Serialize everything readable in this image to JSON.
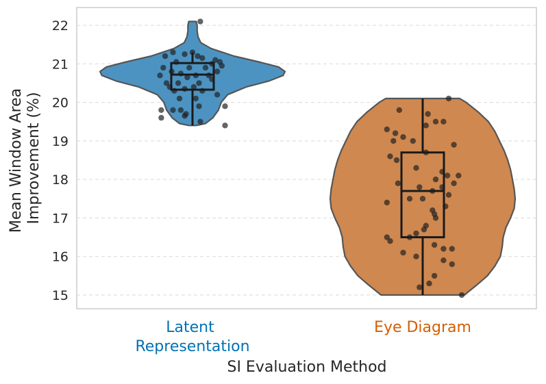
{
  "chart_data": {
    "type": "violin",
    "title": "",
    "xlabel": "SI Evaluation Method",
    "ylabel_lines": [
      "Mean Window Area",
      "Improvement (%)"
    ],
    "ylim": [
      14.6,
      22.5
    ],
    "yticks": [
      15,
      16,
      17,
      18,
      19,
      20,
      21,
      22
    ],
    "grid": "horizontal-dashed",
    "categories": [
      {
        "label_lines": [
          "Latent",
          "Representation"
        ],
        "color": "#1f77b4",
        "label_color": "#0072b2"
      },
      {
        "label_lines": [
          "Eye Diagram"
        ],
        "color": "#c8691c",
        "label_color": "#d55e00"
      }
    ],
    "series": [
      {
        "fill": "#4c93c2",
        "box": {
          "q1": 20.33,
          "median": 20.72,
          "q3": 21.02,
          "whisker_low": 19.4,
          "whisker_high": 21.3
        },
        "density": [
          [
            19.4,
            0.04
          ],
          [
            19.45,
            0.14
          ],
          [
            19.6,
            0.22
          ],
          [
            19.8,
            0.28
          ],
          [
            20.0,
            0.31
          ],
          [
            20.2,
            0.38
          ],
          [
            20.4,
            0.58
          ],
          [
            20.55,
            0.82
          ],
          [
            20.7,
            0.98
          ],
          [
            20.8,
            1.0
          ],
          [
            20.92,
            0.93
          ],
          [
            21.05,
            0.72
          ],
          [
            21.2,
            0.45
          ],
          [
            21.4,
            0.2
          ],
          [
            21.55,
            0.09
          ],
          [
            21.7,
            0.06
          ],
          [
            21.85,
            0.05
          ],
          [
            22.0,
            0.05
          ],
          [
            22.1,
            0.04
          ]
        ],
        "points": [
          [
            0.12,
            22.1
          ],
          [
            -0.3,
            21.3
          ],
          [
            0.0,
            21.3
          ],
          [
            -0.12,
            21.25
          ],
          [
            0.08,
            21.2
          ],
          [
            -0.42,
            21.2
          ],
          [
            0.15,
            21.15
          ],
          [
            0.35,
            21.1
          ],
          [
            -0.25,
            21.05
          ],
          [
            0.42,
            21.05
          ],
          [
            0.3,
            21.0
          ],
          [
            0.45,
            20.95
          ],
          [
            -0.45,
            20.9
          ],
          [
            -0.05,
            20.9
          ],
          [
            0.2,
            20.9
          ],
          [
            -0.32,
            20.8
          ],
          [
            0.38,
            20.8
          ],
          [
            -0.18,
            20.75
          ],
          [
            0.05,
            20.7
          ],
          [
            -0.5,
            20.7
          ],
          [
            0.25,
            20.7
          ],
          [
            -0.08,
            20.65
          ],
          [
            0.3,
            20.6
          ],
          [
            -0.4,
            20.5
          ],
          [
            -0.22,
            20.5
          ],
          [
            0.1,
            20.5
          ],
          [
            -0.35,
            20.4
          ],
          [
            0.02,
            20.4
          ],
          [
            -0.12,
            20.35
          ],
          [
            0.15,
            20.3
          ],
          [
            -0.28,
            20.3
          ],
          [
            0.38,
            20.2
          ],
          [
            -0.2,
            20.1
          ],
          [
            0.05,
            20.1
          ],
          [
            0.5,
            19.9
          ],
          [
            0.1,
            19.9
          ],
          [
            -0.48,
            19.8
          ],
          [
            -0.3,
            19.8
          ],
          [
            -0.18,
            19.8
          ],
          [
            -0.1,
            19.7
          ],
          [
            -0.12,
            19.65
          ],
          [
            -0.48,
            19.6
          ],
          [
            0.12,
            19.5
          ],
          [
            0.5,
            19.4
          ]
        ]
      },
      {
        "fill": "#cf884f",
        "box": {
          "q1": 16.5,
          "median": 17.7,
          "q3": 18.7,
          "whisker_low": 15.0,
          "whisker_high": 20.1
        },
        "density": [
          [
            15.0,
            0.45
          ],
          [
            15.25,
            0.58
          ],
          [
            15.5,
            0.7
          ],
          [
            15.75,
            0.78
          ],
          [
            16.0,
            0.84
          ],
          [
            16.25,
            0.86
          ],
          [
            16.5,
            0.87
          ],
          [
            16.75,
            0.9
          ],
          [
            17.0,
            0.95
          ],
          [
            17.25,
            0.99
          ],
          [
            17.5,
            1.0
          ],
          [
            17.75,
            0.99
          ],
          [
            18.0,
            0.97
          ],
          [
            18.25,
            0.95
          ],
          [
            18.5,
            0.92
          ],
          [
            18.75,
            0.88
          ],
          [
            19.0,
            0.83
          ],
          [
            19.25,
            0.78
          ],
          [
            19.5,
            0.71
          ],
          [
            19.75,
            0.6
          ],
          [
            20.0,
            0.47
          ],
          [
            20.1,
            0.4
          ]
        ],
        "points": [
          [
            0.4,
            20.1
          ],
          [
            -0.36,
            19.8
          ],
          [
            0.08,
            19.7
          ],
          [
            0.2,
            19.5
          ],
          [
            0.32,
            19.5
          ],
          [
            0.05,
            19.4
          ],
          [
            -0.55,
            19.3
          ],
          [
            -0.42,
            19.2
          ],
          [
            -0.3,
            19.1
          ],
          [
            -0.45,
            19.0
          ],
          [
            -0.15,
            19.0
          ],
          [
            0.48,
            18.9
          ],
          [
            0.05,
            18.7
          ],
          [
            -0.5,
            18.6
          ],
          [
            -0.4,
            18.5
          ],
          [
            -0.1,
            18.3
          ],
          [
            0.3,
            18.2
          ],
          [
            0.38,
            18.1
          ],
          [
            0.55,
            18.1
          ],
          [
            0.2,
            18.0
          ],
          [
            0.48,
            17.9
          ],
          [
            -0.38,
            17.9
          ],
          [
            0.3,
            17.8
          ],
          [
            -0.05,
            17.8
          ],
          [
            0.15,
            17.7
          ],
          [
            0.4,
            17.6
          ],
          [
            0.0,
            17.5
          ],
          [
            -0.2,
            17.5
          ],
          [
            -0.55,
            17.4
          ],
          [
            0.35,
            17.3
          ],
          [
            0.15,
            17.2
          ],
          [
            0.18,
            17.1
          ],
          [
            0.2,
            17.0
          ],
          [
            0.05,
            16.8
          ],
          [
            0.02,
            16.7
          ],
          [
            -0.1,
            16.6
          ],
          [
            -0.2,
            16.5
          ],
          [
            -0.55,
            16.5
          ],
          [
            -0.5,
            16.4
          ],
          [
            0.18,
            16.3
          ],
          [
            0.32,
            16.2
          ],
          [
            0.45,
            16.2
          ],
          [
            -0.3,
            16.1
          ],
          [
            -0.1,
            16.0
          ],
          [
            0.32,
            15.9
          ],
          [
            0.45,
            15.8
          ],
          [
            0.18,
            15.5
          ],
          [
            0.1,
            15.3
          ],
          [
            -0.05,
            15.2
          ],
          [
            0.6,
            15.0
          ]
        ]
      }
    ]
  }
}
